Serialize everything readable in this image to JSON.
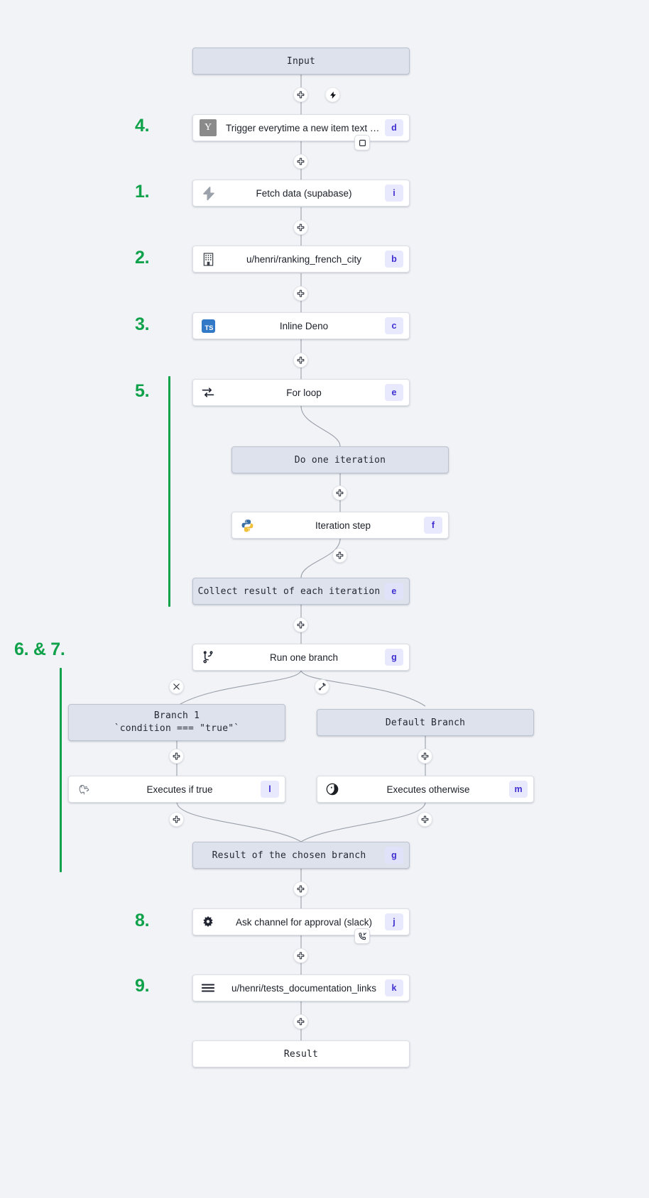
{
  "canvas": {
    "background": "#f1f3f7",
    "accent_green": "#10a14b",
    "badge_bg": "#e8e9fd",
    "badge_fg": "#3f2fd0",
    "virtual_node_bg": "#dde2ec"
  },
  "nodes": {
    "input": {
      "label": "Input",
      "kind": "virtual"
    },
    "trigger": {
      "label": "Trigger everytime a new item text o…",
      "badge": "d",
      "icon": "yaml-y-icon",
      "kind": "module"
    },
    "fetch": {
      "label": "Fetch data (supabase)",
      "badge": "i",
      "icon": "supabase-bolt-icon",
      "kind": "module"
    },
    "ranking": {
      "label": "u/henri/ranking_french_city",
      "badge": "b",
      "icon": "building-icon",
      "kind": "module"
    },
    "deno": {
      "label": "Inline Deno",
      "badge": "c",
      "icon": "typescript-icon",
      "kind": "module"
    },
    "forloop": {
      "label": "For loop",
      "badge": "e",
      "icon": "loop-arrows-icon",
      "kind": "module"
    },
    "do_one_iteration": {
      "label": "Do one iteration",
      "kind": "virtual"
    },
    "iteration_step": {
      "label": "Iteration step",
      "badge": "f",
      "icon": "python-icon",
      "kind": "module"
    },
    "collect_result": {
      "label": "Collect result of each iteration",
      "badge": "e",
      "kind": "virtual"
    },
    "run_one_branch": {
      "label": "Run one branch",
      "badge": "g",
      "icon": "branch-fork-icon",
      "kind": "module"
    },
    "branch_one": {
      "line1": "Branch 1",
      "line2": "`condition === \"true\"`",
      "kind": "virtual"
    },
    "default_branch": {
      "label": "Default Branch",
      "kind": "virtual"
    },
    "executes_if_true": {
      "label": "Executes if true",
      "badge": "l",
      "icon": "postgresql-icon",
      "kind": "module"
    },
    "executes_otherwise": {
      "label": "Executes otherwise",
      "badge": "m",
      "icon": "deno-icon",
      "kind": "module"
    },
    "result_of_chosen": {
      "label": "Result of the chosen branch",
      "badge": "g",
      "kind": "virtual"
    },
    "ask_approval": {
      "label": "Ask channel for approval (slack)",
      "badge": "j",
      "icon": "gear-icon",
      "kind": "module"
    },
    "tests_docs": {
      "label": "u/henri/tests_documentation_links",
      "badge": "k",
      "icon": "hamburger-lines-icon",
      "kind": "module"
    },
    "result": {
      "label": "Result",
      "kind": "plainresult"
    }
  },
  "steps": [
    {
      "id": "step-4",
      "text": "4."
    },
    {
      "id": "step-1",
      "text": "1."
    },
    {
      "id": "step-2",
      "text": "2."
    },
    {
      "id": "step-3",
      "text": "3."
    },
    {
      "id": "step-5",
      "text": "5."
    },
    {
      "id": "step-67",
      "text": "6. & 7."
    },
    {
      "id": "step-8",
      "text": "8."
    },
    {
      "id": "step-9",
      "text": "9."
    }
  ],
  "handles": {
    "plus": "plus-handle-icon",
    "bolt": "bolt-handle-icon",
    "close": "close-handle-icon",
    "add_branch": "add-branch-handle-icon"
  },
  "mini_buttons": {
    "trigger_square": "stop-square-icon",
    "approval_phone": "incoming-call-icon"
  }
}
